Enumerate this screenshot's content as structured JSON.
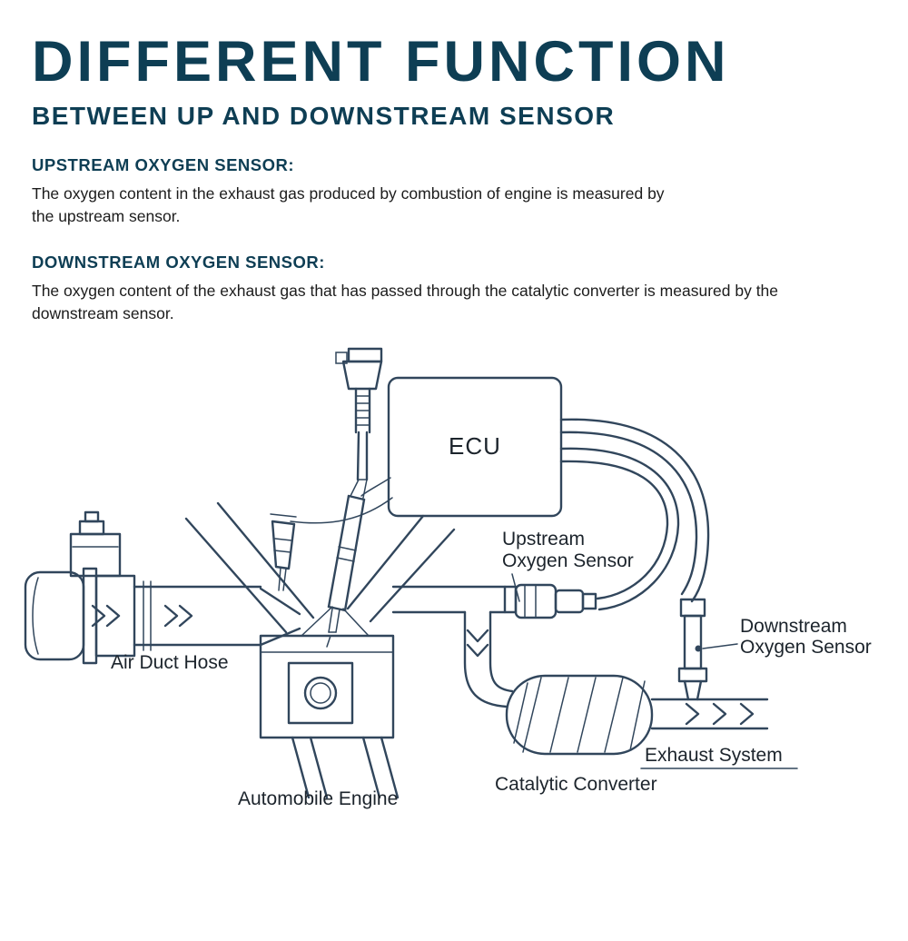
{
  "theme": {
    "background": "#ffffff",
    "heading_color": "#0e3e54",
    "line_color": "#31465c",
    "label_color": "#1c242c",
    "body_color": "#1c1c1c"
  },
  "header": {
    "title": "DIFFERENT FUNCTION",
    "subtitle": "BETWEEN UP AND DOWNSTREAM SENSOR"
  },
  "sections": [
    {
      "heading": "UPSTREAM OXYGEN SENSOR:",
      "body": "The oxygen content in the exhaust gas produced by combustion of engine is measured by the upstream sensor."
    },
    {
      "heading": "DOWNSTREAM OXYGEN SENSOR:",
      "body": "The oxygen content of the exhaust gas that has passed through the catalytic converter is measured by the downstream sensor."
    }
  ],
  "diagram": {
    "labels": {
      "ecu": "ECU",
      "upstream_line1": "Upstream",
      "upstream_line2": "Oxygen Sensor",
      "downstream_line1": "Downstream",
      "downstream_line2": "Oxygen Sensor",
      "air_duct_hose": "Air Duct Hose",
      "automobile_engine": "Automobile Engine",
      "catalytic_converter": "Catalytic Converter",
      "exhaust_system": "Exhaust System"
    }
  }
}
